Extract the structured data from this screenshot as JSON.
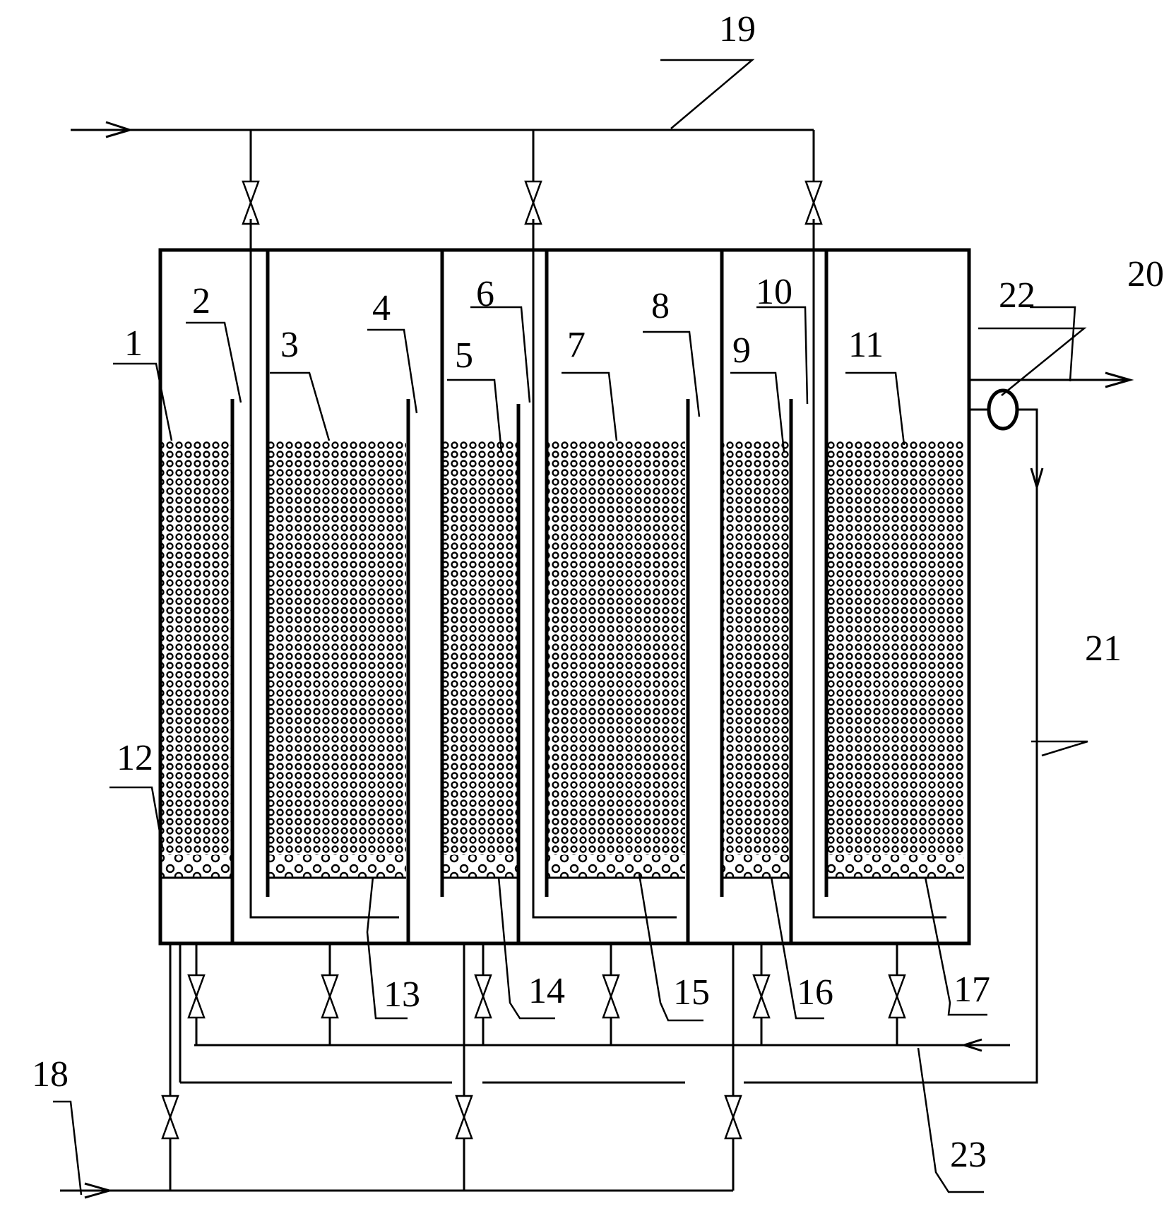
{
  "diagram": {
    "labels": {
      "l1": "1",
      "l2": "2",
      "l3": "3",
      "l4": "4",
      "l5": "5",
      "l6": "6",
      "l7": "7",
      "l8": "8",
      "l9": "9",
      "l10": "10",
      "l11": "11",
      "l12": "12",
      "l13": "13",
      "l14": "14",
      "l15": "15",
      "l16": "16",
      "l17": "17",
      "l18": "18",
      "l19": "19",
      "l20": "20",
      "l21": "21",
      "l22": "22",
      "l23": "23"
    },
    "colors": {
      "line": "#000000",
      "background": "#ffffff",
      "media": "#000000"
    },
    "icons": [
      "valve-icon",
      "pump-icon",
      "flow-arrow-icon"
    ]
  }
}
